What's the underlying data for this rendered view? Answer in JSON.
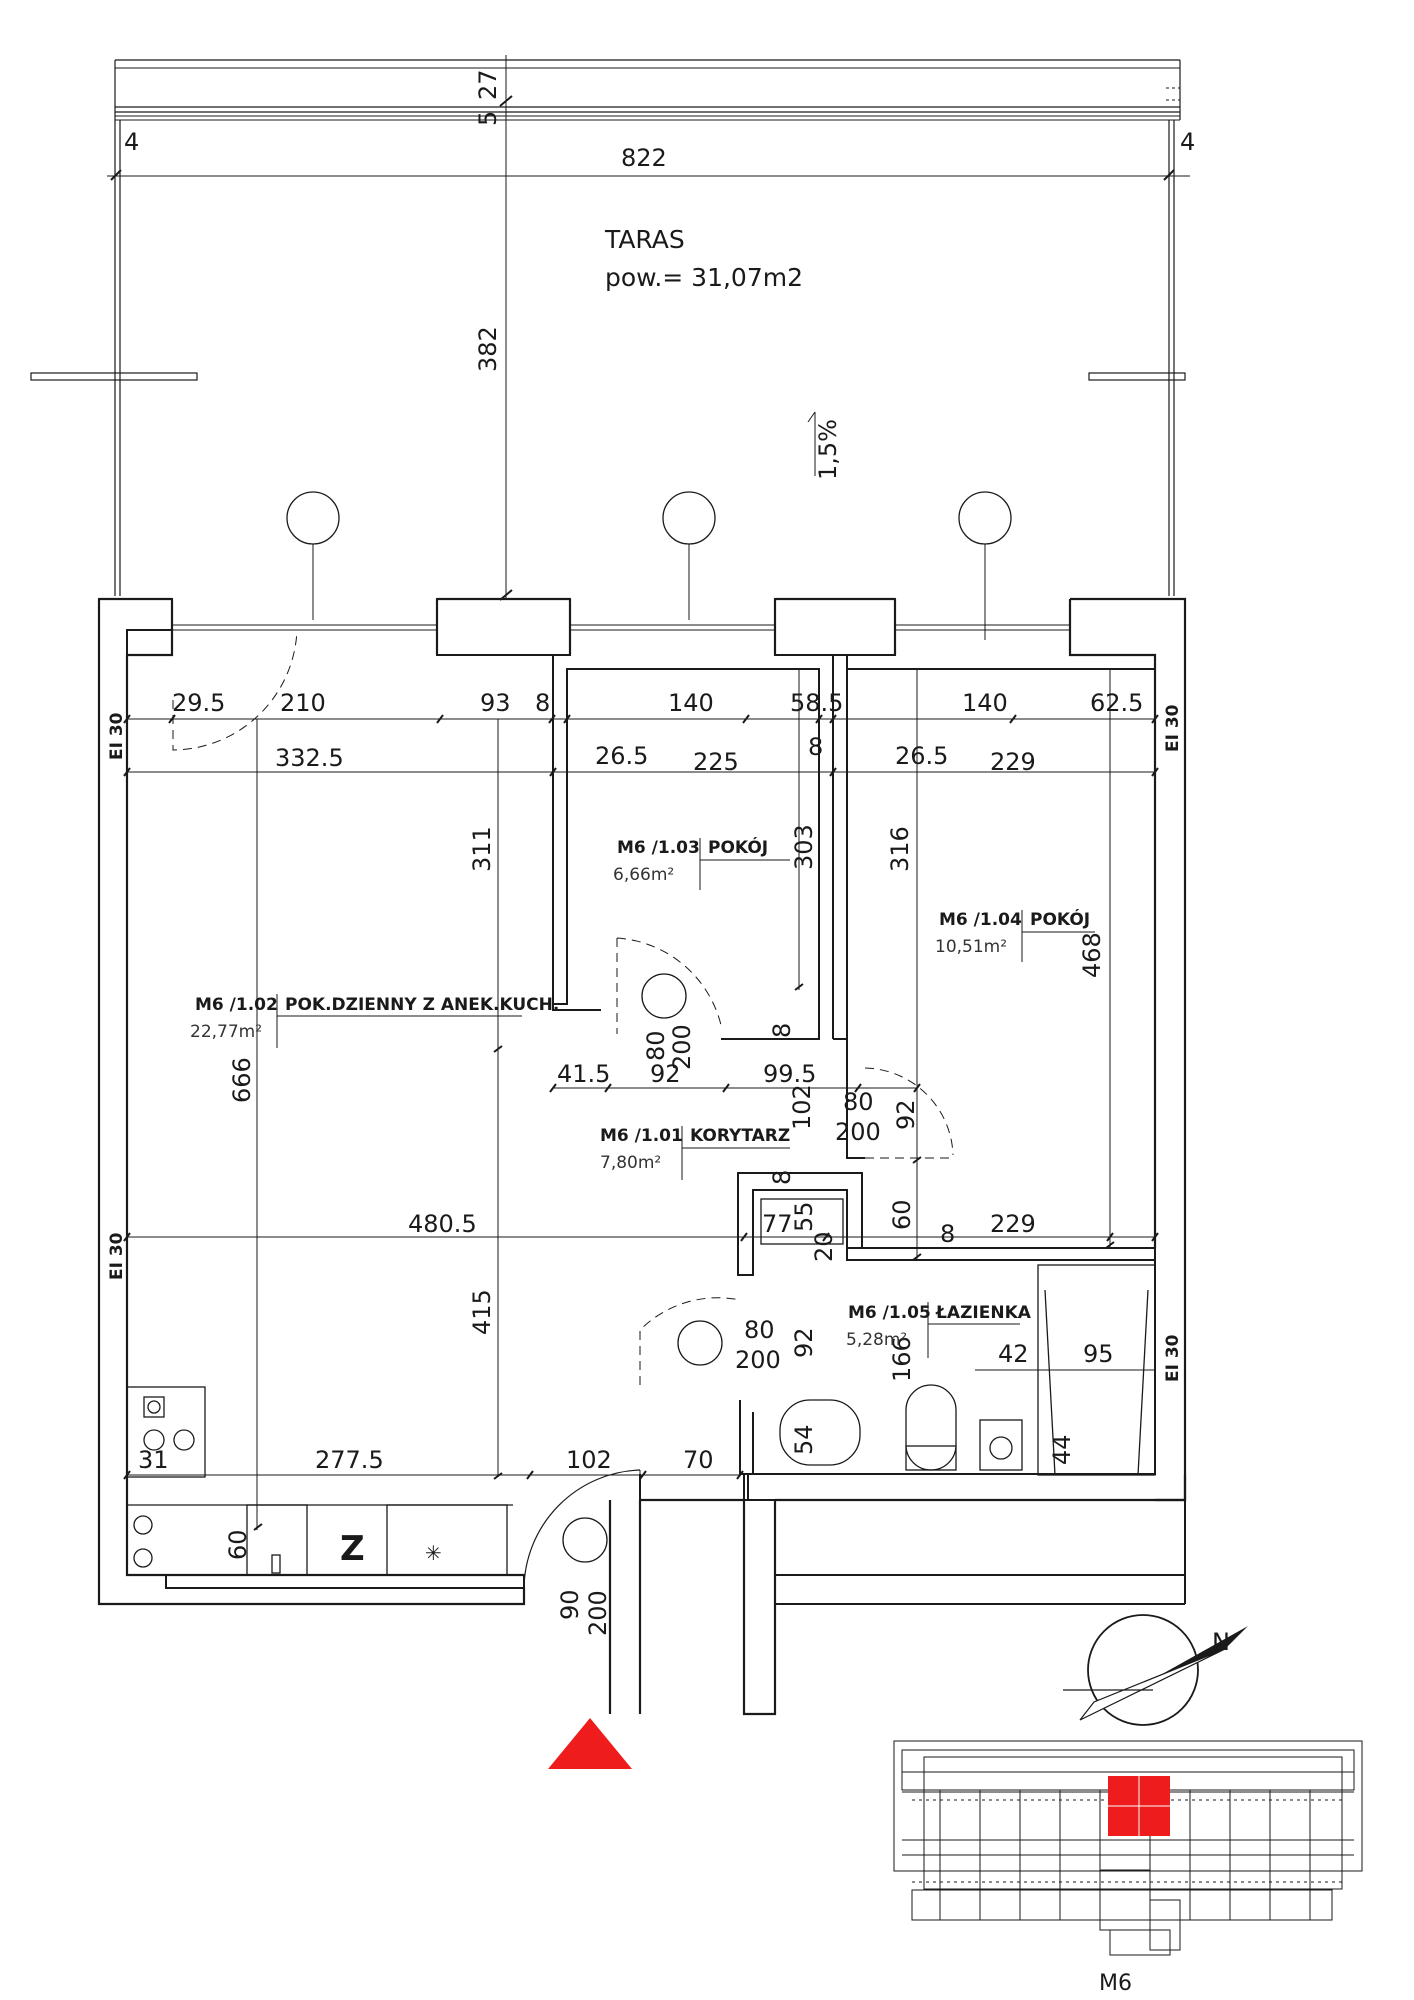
{
  "terrace": {
    "name": "TARAS",
    "area": "pow.= 31,07m2",
    "slope": "1,5%"
  },
  "rooms": [
    {
      "code": "M6 /1.01",
      "name": "KORYTARZ",
      "area": "7,80m²"
    },
    {
      "code": "M6 /1.02",
      "name": "POK.DZIENNY Z ANEK.KUCH.",
      "area": "22,77m²"
    },
    {
      "code": "M6 /1.03",
      "name": "POKÓJ",
      "area": "6,66m²"
    },
    {
      "code": "M6 /1.04",
      "name": "POKÓJ",
      "area": "10,51m²"
    },
    {
      "code": "M6 /1.05",
      "name": "ŁAZIENKA",
      "area": "5,28m²"
    }
  ],
  "fire_rating": "EI 30",
  "fridge_symbol": "Z",
  "north_label": "N",
  "apartment_label": "M6",
  "colors": {
    "highlight": "#ee1c1c",
    "line": "#1a1a1a"
  },
  "dimensions": {
    "t27": "27",
    "t5": "5",
    "t4l": "4",
    "t822": "822",
    "t4r": "4",
    "t382": "382",
    "d295": "29.5",
    "d210": "210",
    "d93": "93",
    "d8a": "8",
    "d140a": "140",
    "d585": "58.5",
    "d140b": "140",
    "d625": "62.5",
    "d265a": "26.5",
    "d225": "225",
    "d8b": "8",
    "d265b": "26.5",
    "d229a": "229",
    "d3325": "332.5",
    "d311": "311",
    "d303": "303",
    "d316": "316",
    "d468": "468",
    "d666": "666",
    "d415": "415",
    "d80a": "80",
    "d200a": "200",
    "d8c": "8",
    "d415b": "41.5",
    "d92a": "92",
    "d995": "99.5",
    "d102": "102",
    "d80b": "80",
    "d200b": "200",
    "d92b": "92",
    "d8d": "8",
    "d775": "77",
    "d55": "55",
    "d20": "20",
    "d60a": "60",
    "d8e": "8",
    "d229b": "229",
    "d4805": "480.5",
    "d80c": "80",
    "d200c": "200",
    "d92c": "92",
    "d166": "166",
    "d42": "42",
    "d95": "95",
    "d54": "54",
    "d44": "44",
    "d31": "31",
    "d2775": "277.5",
    "d102b": "102",
    "d70": "70",
    "d60b": "60",
    "d90": "90",
    "d200d": "200"
  }
}
